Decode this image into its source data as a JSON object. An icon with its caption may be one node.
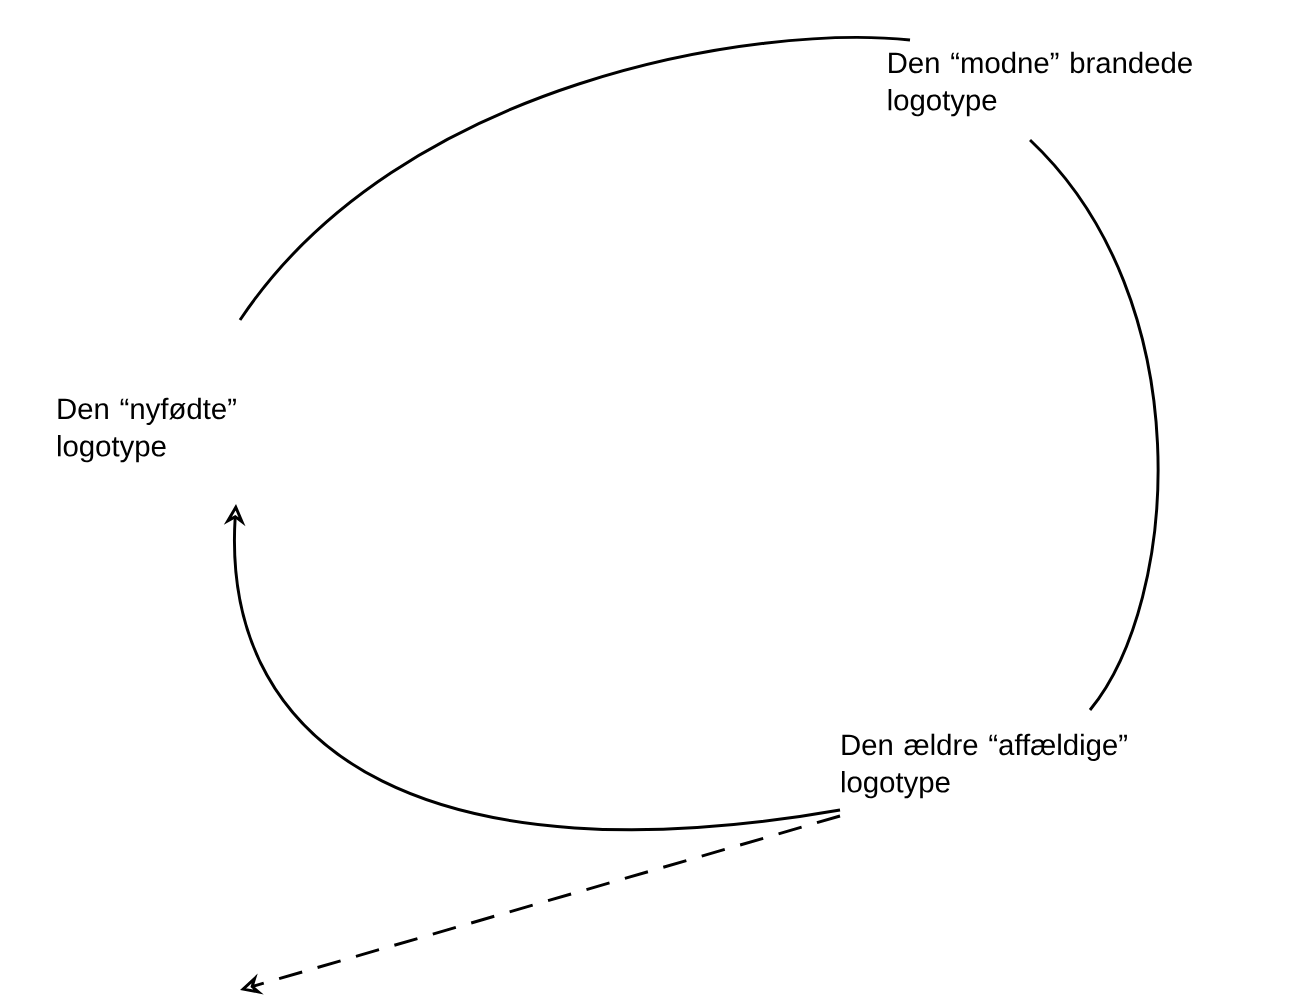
{
  "diagram": {
    "nodes": [
      {
        "text": [
          "Den “nyfødte” logotype"
        ]
      },
      {
        "text": [
          "Den “modne” brandede logotype"
        ]
      },
      {
        "text": [
          "Den ældre “affældige” logotype"
        ]
      }
    ],
    "edges": [
      {
        "from": 0,
        "to": 1,
        "arrow": "none"
      },
      {
        "from": 1,
        "to": 2,
        "arrow": "none"
      },
      {
        "from": 2,
        "to": 0,
        "arrow": "to"
      },
      {
        "from": 2,
        "to": null,
        "arrow": "to",
        "style": "dashed"
      }
    ]
  }
}
